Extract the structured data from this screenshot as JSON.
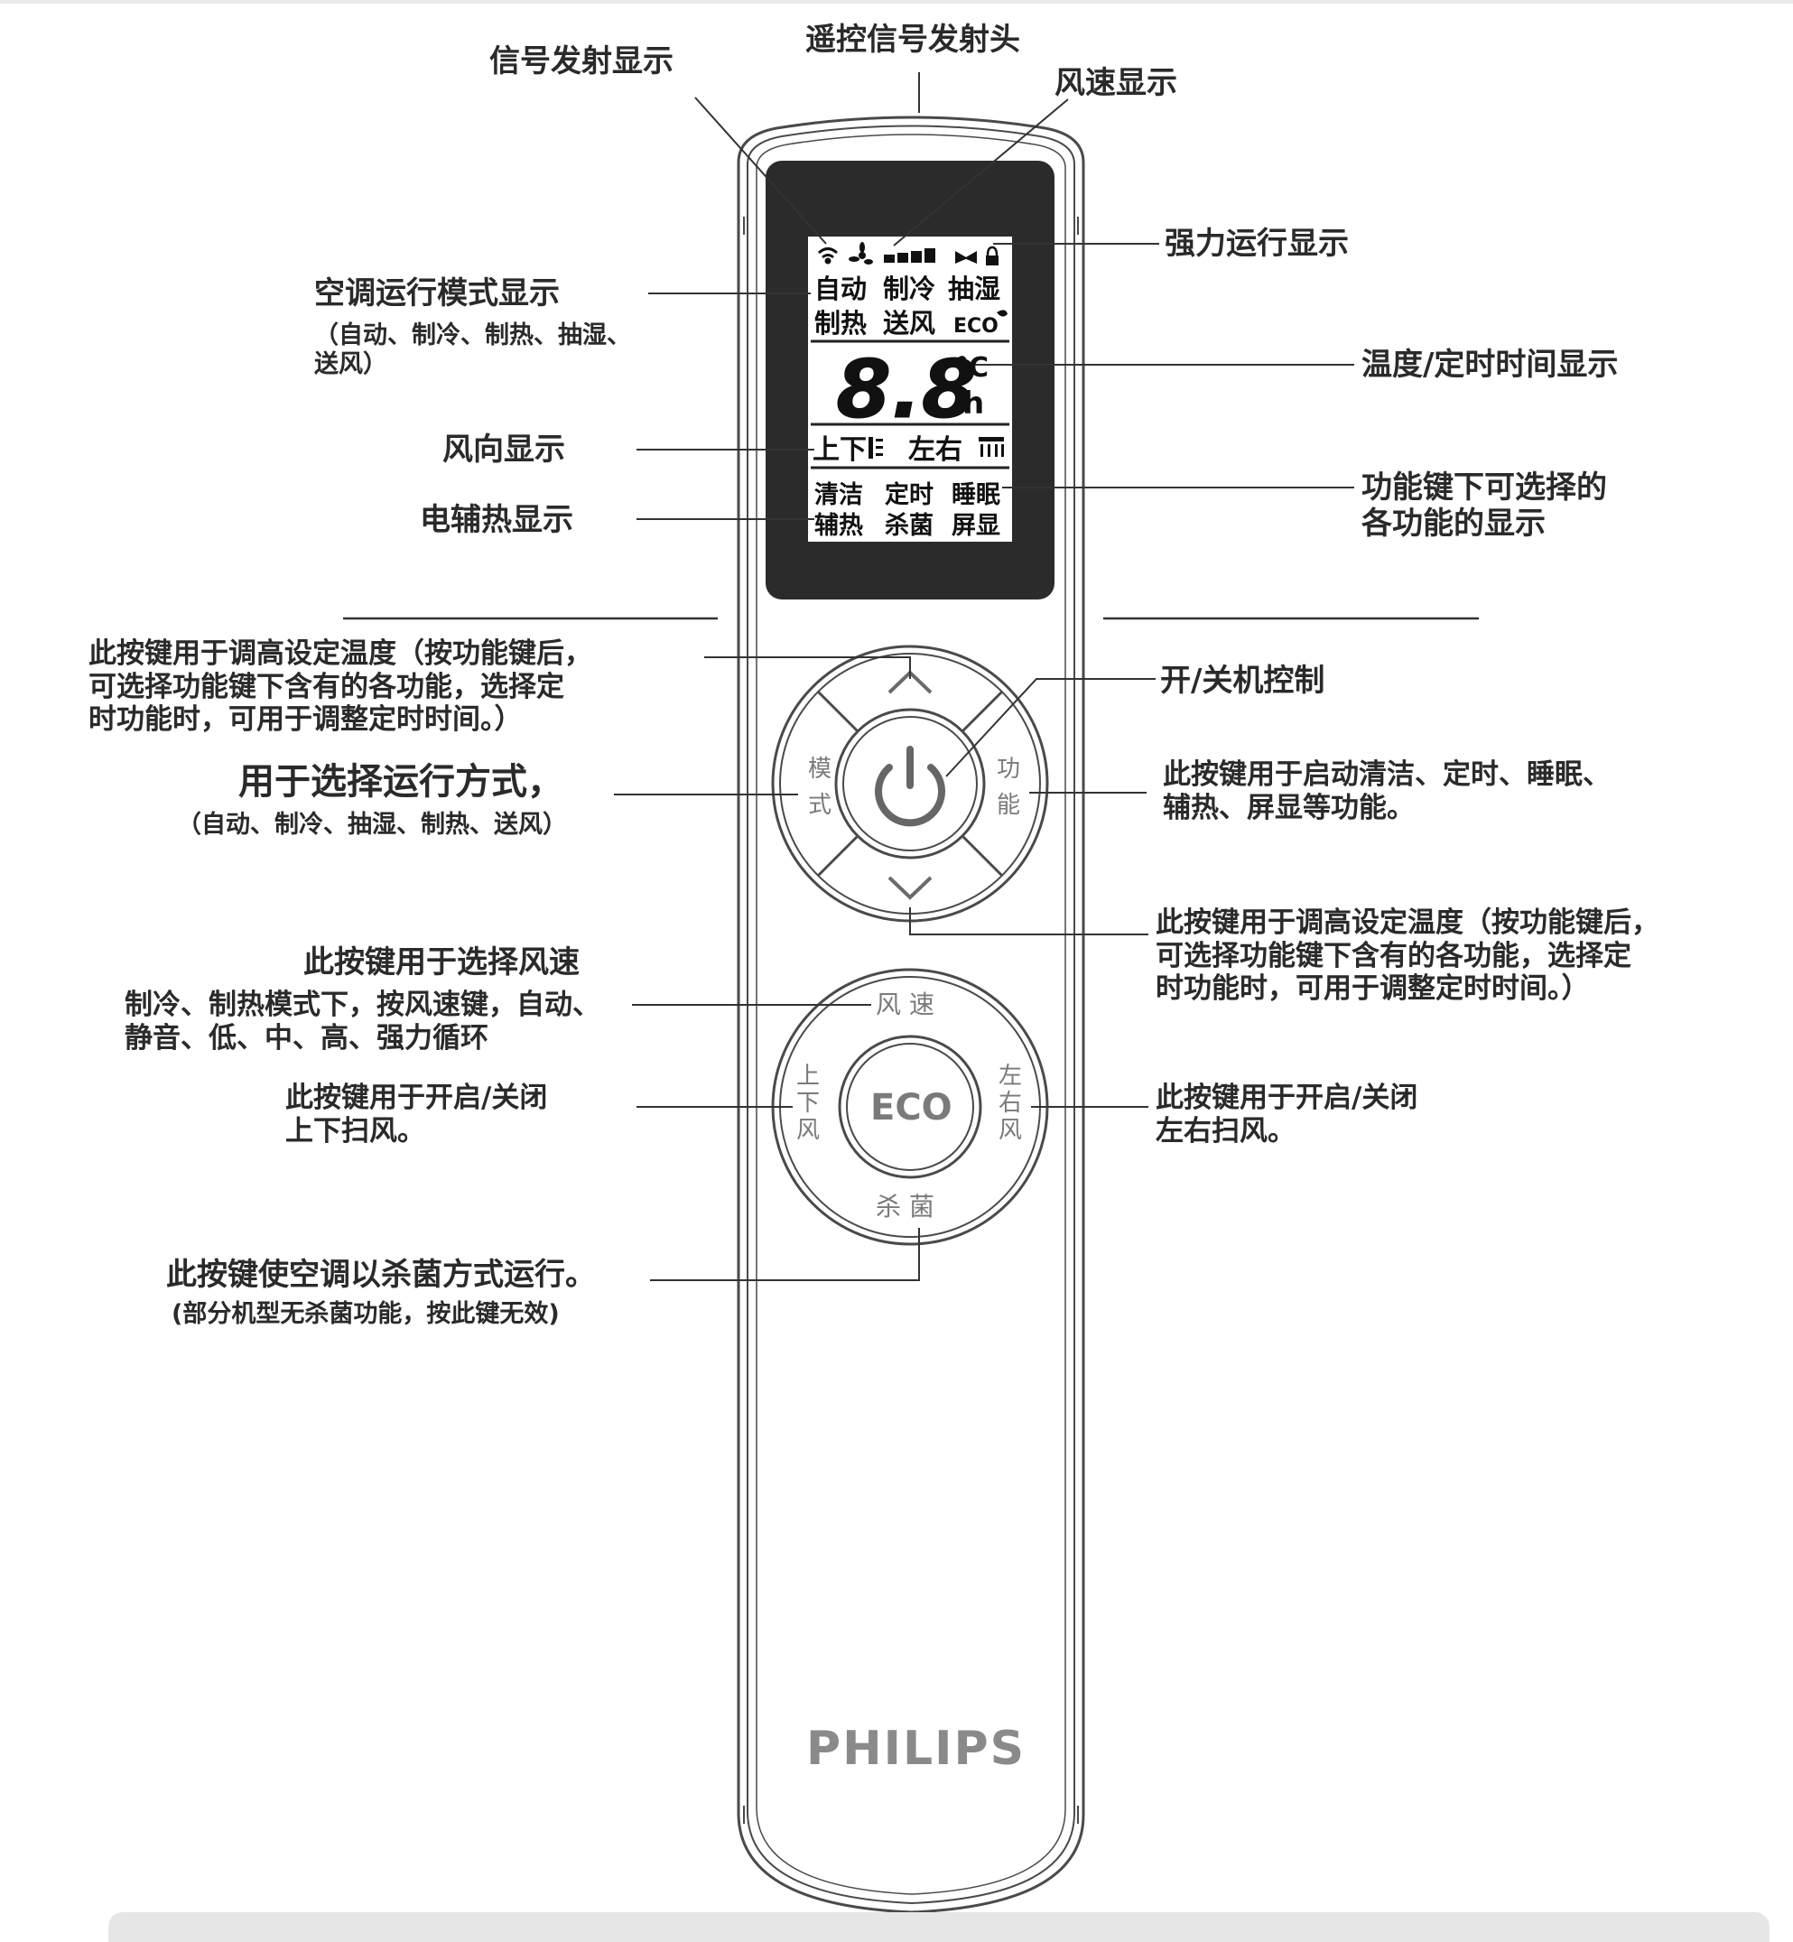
{
  "title": "遥控信号发射头",
  "callouts": {
    "signal_display": "信号发射显示",
    "fan_speed_display": "风速显示",
    "power_run_display": "强力运行显示",
    "mode_display_title": "空调运行模式显示",
    "mode_display_desc": "（自动、制冷、制热、抽湿、\n送风）",
    "temp_timer_display": "温度/定时时间显示",
    "wind_direction_display": "风向显示",
    "function_select_display": "功能键下可选择的\n各功能的显示",
    "electric_heat_display": "电辅热显示",
    "up_key_desc": "此按键用于调高设定温度（按功能键后，\n可选择功能键下含有的各功能，选择定\n时功能时，可用于调整定时时间。）",
    "power_control": "开/关机控制",
    "mode_key_title": "用于选择运行方式，",
    "mode_key_desc": "（自动、制冷、抽湿、制热、送风）",
    "function_key_desc": "此按键用于启动清洁、定时、睡眠、\n辅热、屏显等功能。",
    "down_key_desc": "此按键用于调高设定温度（按功能键后，\n可选择功能键下含有的各功能，选择定\n时功能时，可用于调整定时时间。）",
    "fan_key_title": "此按键用于选择风速",
    "fan_key_desc": "制冷、制热模式下，按风速键，自动、\n静音、低、中、高、强力循环",
    "updown_swing_desc": "此按键用于开启/关闭\n上下扫风。",
    "leftright_swing_desc": "此按键用于开启/关闭\n左右扫风。",
    "sterilize_key_title": "此按键使空调以杀菌方式运行。",
    "sterilize_key_note": "(部分机型无杀菌功能，按此键无效)"
  },
  "lcd": {
    "mode_row1": [
      "自动",
      "制冷",
      "抽湿"
    ],
    "mode_row2": [
      "制热",
      "送风"
    ],
    "eco": "ECO",
    "digits": "8.8",
    "unit_c": "°C",
    "unit_h": "h",
    "swing_ud": "上下",
    "swing_lr": "左右",
    "func_row1": [
      "清洁",
      "定时",
      "睡眠"
    ],
    "func_row2": [
      "辅热",
      "杀菌",
      "屏显"
    ]
  },
  "keys": {
    "mode": [
      "模",
      "式"
    ],
    "function": [
      "功",
      "能"
    ],
    "fan_speed": "风 速",
    "swing_ud": [
      "上",
      "下",
      "风"
    ],
    "swing_lr": [
      "左",
      "右",
      "风"
    ],
    "eco": "ECO",
    "sterilize": "杀 菌"
  },
  "brand": "PHILIPS",
  "colors": {
    "lcd_frame": "#2b2b2b",
    "outline": "#4a4a4a",
    "key_text": "#7a7a7a",
    "brand_text": "#8a8a8a"
  }
}
